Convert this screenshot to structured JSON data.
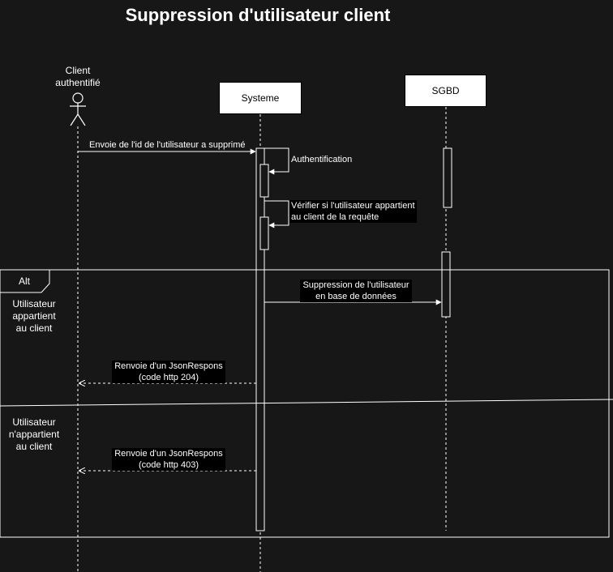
{
  "title": "Suppression d'utilisateur client",
  "participants": {
    "client": "Client\nauthentifié",
    "systeme": "Systeme",
    "sgbd": "SGBD"
  },
  "messages": {
    "send_id": "Envoie de l'id de l'utilisateur a supprimé",
    "auth": "Authentification",
    "verify": "Vérifier si l'utilisateur appartient\nau client de la requête",
    "delete": "Suppression de l'utilisateur\nen base de données",
    "resp_204": "Renvoie d'un JsonRespons\n(code http 204)",
    "resp_403": "Renvoie d'un JsonRespons\n(code http 403)"
  },
  "fragment": {
    "operator": "Alt",
    "guard_1": "Utilisateur\nappartient\nau client",
    "guard_2": "Utilisateur\nn'appartient\nau client"
  },
  "colors": {
    "background": "#171717",
    "foreground": "#ffffff",
    "participant_fill": "#ffffff",
    "participant_text": "#000000"
  }
}
